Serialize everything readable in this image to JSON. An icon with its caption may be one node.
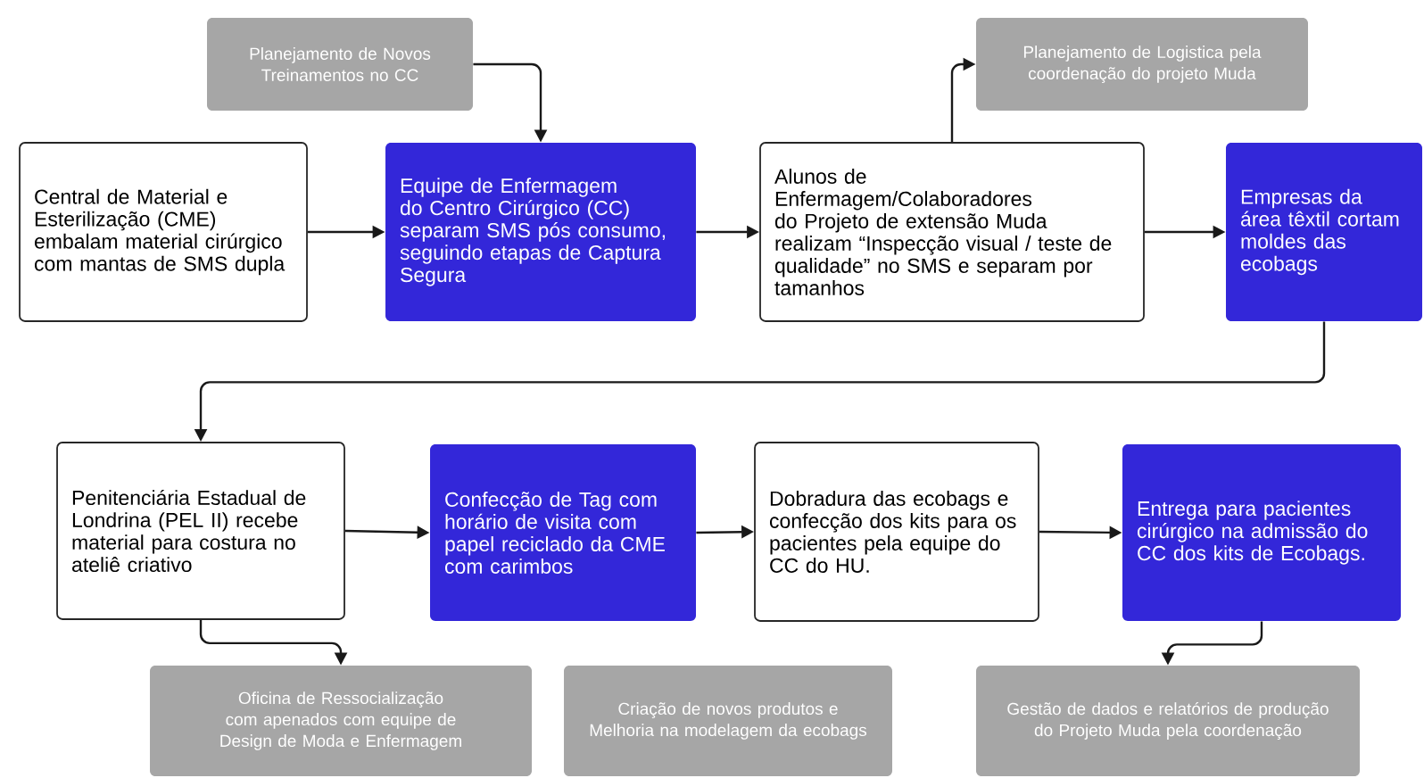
{
  "diagram": {
    "nodes": [
      {
        "text": [
          "Planejamento de Novos Treinamentos no CC"
        ]
      },
      {
        "text": [
          "Central de Material e Esterilização (CME) embalam material cirúrgico com mantas de SMS dupla"
        ]
      },
      {
        "text": [
          "Equipe de Enfermagem do Centro Cirúrgico (CC) separam SMS pós consumo, seguindo etapas de Captura Segura"
        ]
      },
      {
        "text": [
          "Planejamento de Logistica pela coordenação do projeto Muda"
        ]
      },
      {
        "text": [
          "Alunos de Enfermagem/Colaboradores do Projeto de extensão Muda realizam “Inspecção visual / teste de qualidade” no SMS e separam por tamanhos"
        ]
      },
      {
        "text": [
          "Empresas da área têxtil cortam moldes das ecobags"
        ]
      },
      {
        "text": [
          "Penitenciária Estadual de Londrina (PEL II) recebe material para costura no ateliê criativo"
        ]
      },
      {
        "text": [
          "Confecção de Tag com horário de visita com papel reciclado da CME com carimbos"
        ]
      },
      {
        "text": [
          "Dobradura das ecobags e confecção dos kits para os pacientes pela equipe do CC do HU."
        ]
      },
      {
        "text": [
          "Entrega para pacientes cirúrgico na admissão do CC dos kits de Ecobags."
        ]
      },
      {
        "text": [
          "Oficina de Ressocialização com apenados com equipe  de Design de Moda e Enfermagem"
        ]
      },
      {
        "text": [
          "Criação de novos produtos e Melhoria na modelagem da ecobags"
        ]
      },
      {
        "text": [
          "Gestão de dados e relatórios de produção do Projeto Muda pela coordenação"
        ]
      }
    ],
    "edges": [
      {
        "from": 0,
        "to": 2,
        "arrow": "to"
      },
      {
        "from": 1,
        "to": 2,
        "arrow": "to"
      },
      {
        "from": 2,
        "to": 4,
        "arrow": "to"
      },
      {
        "from": 4,
        "to": 3,
        "arrow": "to"
      },
      {
        "from": 4,
        "to": 5,
        "arrow": "to"
      },
      {
        "from": 5,
        "to": 6,
        "arrow": "to"
      },
      {
        "from": 6,
        "to": 7,
        "arrow": "to"
      },
      {
        "from": 7,
        "to": 8,
        "arrow": "to"
      },
      {
        "from": 8,
        "to": 9,
        "arrow": "to"
      },
      {
        "from": 6,
        "to": 10,
        "arrow": "to"
      },
      {
        "from": 9,
        "to": 12,
        "arrow": "to"
      }
    ]
  }
}
